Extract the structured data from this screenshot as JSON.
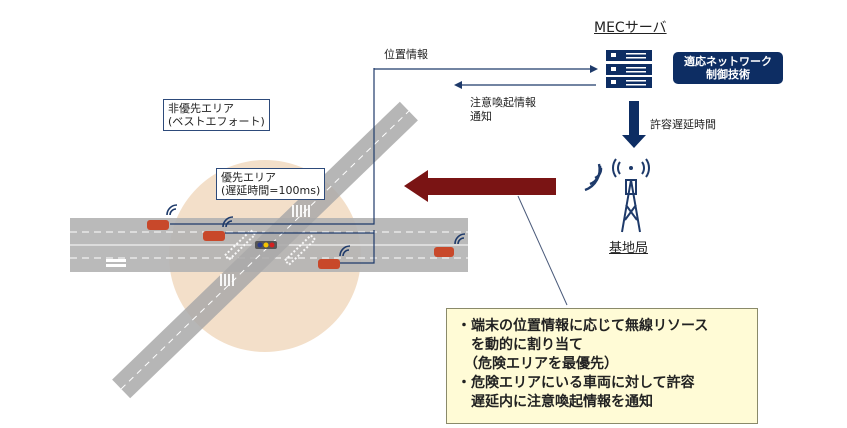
{
  "server": {
    "title": "MECサーバ",
    "tech_label_1": "適応ネットワーク",
    "tech_label_2": "制御技術"
  },
  "arrows": {
    "position_info": "位置情報",
    "alert_1": "注意喚起情報",
    "alert_2": "通知",
    "allowed_delay": "許容遅延時間"
  },
  "base_station": {
    "title": "基地局"
  },
  "areas": {
    "non_priority_1": "非優先エリア",
    "non_priority_2": "(ベストエフォート)",
    "priority_1": "優先エリア",
    "priority_2": "(遅延時間=100ms)"
  },
  "note": {
    "lines": [
      "・端末の位置情報に応じて無線リソース",
      "　を動的に割り当て",
      "　（危険エリアを最優先）",
      "・危険エリアにいる車両に対して許容",
      "　遅延内に注意喚起情報を通知"
    ]
  },
  "colors": {
    "navy": "#0d2d63",
    "dark_red": "#7a1414",
    "road": "#b3b3b3",
    "priority_circle": "#f1d9bf",
    "note_bg": "#fffbd6"
  }
}
